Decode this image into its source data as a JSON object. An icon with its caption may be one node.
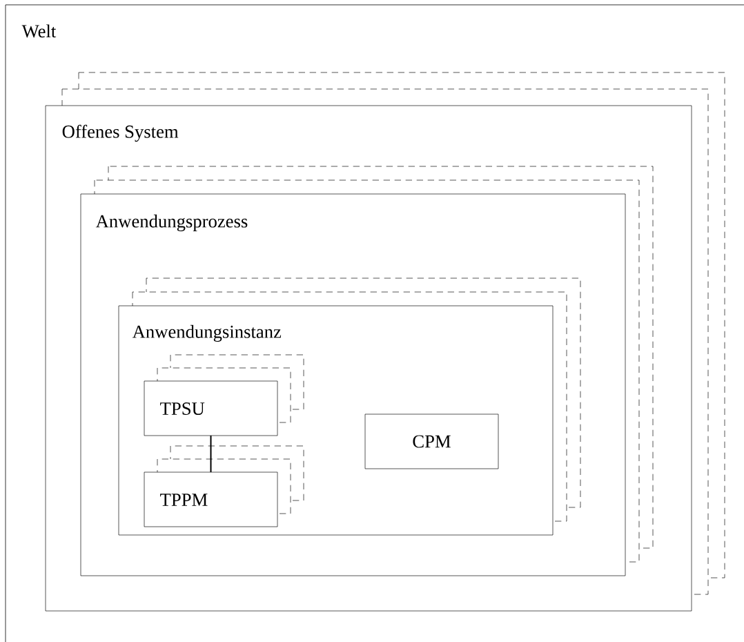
{
  "diagram": {
    "nodes": [
      {
        "text": [
          "Welt"
        ]
      },
      {
        "text": [
          "Offenes System"
        ],
        "in": 0
      },
      {
        "text": [
          "Anwendungsprozess"
        ],
        "in": 1
      },
      {
        "text": [
          "Anwendungsinstanz"
        ],
        "in": 2
      },
      {
        "text": [
          "TPSU"
        ],
        "in": 3
      },
      {
        "text": [
          "TPPM"
        ],
        "in": 3
      },
      {
        "text": [
          "CPM"
        ],
        "in": 3
      }
    ],
    "edges": [
      {
        "from": 4,
        "to": 5,
        "arrow": "none"
      }
    ]
  }
}
